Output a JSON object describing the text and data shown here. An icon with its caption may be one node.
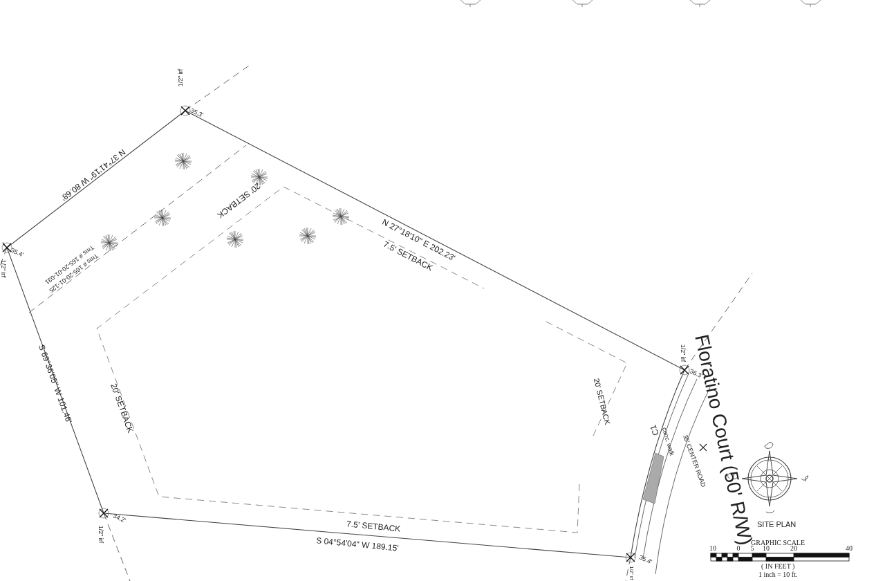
{
  "diagram": {
    "labels": [
      "1/2\" irf",
      "35.3'",
      "N 37°41'19\" W 80.68'",
      "20' SETBACK",
      "N 27°18'10\" E 202.23'",
      "7.5' SETBACK",
      "35.4'",
      "1/2\" irf",
      "Tms # 165-20-01-031",
      "Tms # 165-20-01-125",
      "S 69°36'05\" W 101.46'",
      "20' SETBACK",
      "20' SETBACK",
      "1/2\" irf",
      "36.3'",
      "C1",
      "conc. walk",
      "35' CENTER ROAD",
      "Floratino Court (50' R/W)",
      "34.2'",
      "1/2\" irf",
      "7.5' SETBACK",
      "S 04°54'04\" W 189.15'",
      "35.4'",
      "1/2\" irf",
      "SITE PLAN",
      "GRAPHIC SCALE",
      "10",
      "0",
      "5",
      "10",
      "20",
      "40",
      "( IN FEET )",
      "1 inch = 10 ft."
    ]
  }
}
